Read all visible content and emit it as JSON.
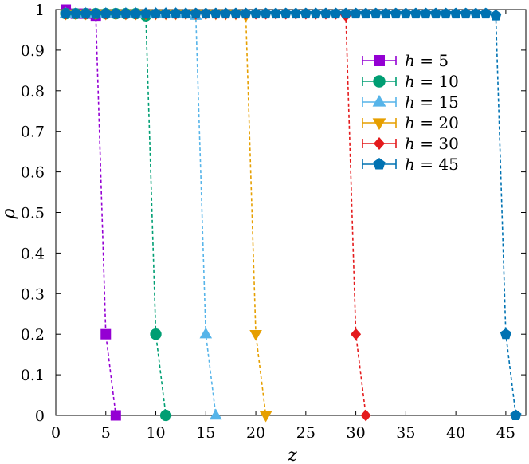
{
  "chart_data": {
    "type": "line",
    "xlabel": "z",
    "ylabel": "ρ",
    "xlim": [
      0,
      47
    ],
    "ylim": [
      0,
      1
    ],
    "xticks": [
      0,
      5,
      10,
      15,
      20,
      25,
      30,
      35,
      40,
      45
    ],
    "xtick_labels": [
      "0",
      "5",
      "10",
      "15",
      "20",
      "25",
      "30",
      "35",
      "40",
      "45"
    ],
    "yticks": [
      0,
      0.1,
      0.2,
      0.3,
      0.4,
      0.5,
      0.6,
      0.7,
      0.8,
      0.9,
      1
    ],
    "ytick_labels": [
      "0",
      "0.1",
      "0.2",
      "0.3",
      "0.4",
      "0.5",
      "0.6",
      "0.7",
      "0.8",
      "0.9",
      "1"
    ],
    "grid": false,
    "legend_position": "top-right",
    "line_style": "dashed",
    "series": [
      {
        "name": "h = 5",
        "h": "5",
        "color": "#9400D3",
        "marker": "square",
        "x": [
          1,
          2,
          3,
          4,
          5,
          6
        ],
        "y": [
          1.0,
          0.99,
          0.99,
          0.985,
          0.2,
          0.0
        ]
      },
      {
        "name": "h = 10",
        "h": "10",
        "color": "#009E73",
        "marker": "circle",
        "x": [
          1,
          2,
          3,
          4,
          5,
          6,
          7,
          8,
          9,
          10,
          11
        ],
        "y": [
          0.99,
          0.99,
          0.99,
          0.99,
          0.99,
          0.99,
          0.99,
          0.99,
          0.985,
          0.2,
          0.0
        ]
      },
      {
        "name": "h = 15",
        "h": "15",
        "color": "#56B4E9",
        "marker": "triangle-up",
        "x": [
          1,
          2,
          3,
          4,
          5,
          6,
          7,
          8,
          9,
          10,
          11,
          12,
          13,
          14,
          15,
          16
        ],
        "y": [
          0.99,
          0.99,
          0.99,
          0.99,
          0.99,
          0.99,
          0.99,
          0.99,
          0.99,
          0.99,
          0.99,
          0.99,
          0.99,
          0.985,
          0.2,
          0.0
        ]
      },
      {
        "name": "h = 20",
        "h": "20",
        "color": "#E69F00",
        "marker": "triangle-down",
        "x": [
          1,
          2,
          3,
          4,
          5,
          6,
          7,
          8,
          9,
          10,
          11,
          12,
          13,
          14,
          15,
          16,
          17,
          18,
          19,
          20,
          21
        ],
        "y": [
          0.99,
          0.99,
          0.99,
          0.99,
          0.99,
          0.99,
          0.99,
          0.99,
          0.99,
          0.99,
          0.99,
          0.99,
          0.99,
          0.99,
          0.99,
          0.99,
          0.99,
          0.99,
          0.985,
          0.2,
          0.0
        ]
      },
      {
        "name": "h = 30",
        "h": "30",
        "color": "#E41A1C",
        "marker": "diamond",
        "x": [
          1,
          2,
          3,
          4,
          5,
          6,
          7,
          8,
          9,
          10,
          11,
          12,
          13,
          14,
          15,
          16,
          17,
          18,
          19,
          20,
          21,
          22,
          23,
          24,
          25,
          26,
          27,
          28,
          29,
          30,
          31
        ],
        "y": [
          0.99,
          0.99,
          0.99,
          0.99,
          0.99,
          0.99,
          0.99,
          0.99,
          0.99,
          0.99,
          0.99,
          0.99,
          0.99,
          0.99,
          0.99,
          0.99,
          0.99,
          0.99,
          0.99,
          0.99,
          0.99,
          0.99,
          0.99,
          0.99,
          0.99,
          0.99,
          0.99,
          0.99,
          0.985,
          0.2,
          0.0
        ]
      },
      {
        "name": "h = 45",
        "h": "45",
        "color": "#0072B2",
        "marker": "pentagon",
        "x": [
          1,
          2,
          3,
          4,
          5,
          6,
          7,
          8,
          9,
          10,
          11,
          12,
          13,
          14,
          15,
          16,
          17,
          18,
          19,
          20,
          21,
          22,
          23,
          24,
          25,
          26,
          27,
          28,
          29,
          30,
          31,
          32,
          33,
          34,
          35,
          36,
          37,
          38,
          39,
          40,
          41,
          42,
          43,
          44,
          45,
          46
        ],
        "y": [
          0.99,
          0.99,
          0.99,
          0.99,
          0.99,
          0.99,
          0.99,
          0.99,
          0.99,
          0.99,
          0.99,
          0.99,
          0.99,
          0.99,
          0.99,
          0.99,
          0.99,
          0.99,
          0.99,
          0.99,
          0.99,
          0.99,
          0.99,
          0.99,
          0.99,
          0.99,
          0.99,
          0.99,
          0.99,
          0.99,
          0.99,
          0.99,
          0.99,
          0.99,
          0.99,
          0.99,
          0.99,
          0.99,
          0.99,
          0.99,
          0.99,
          0.99,
          0.99,
          0.985,
          0.2,
          0.0
        ]
      }
    ]
  }
}
